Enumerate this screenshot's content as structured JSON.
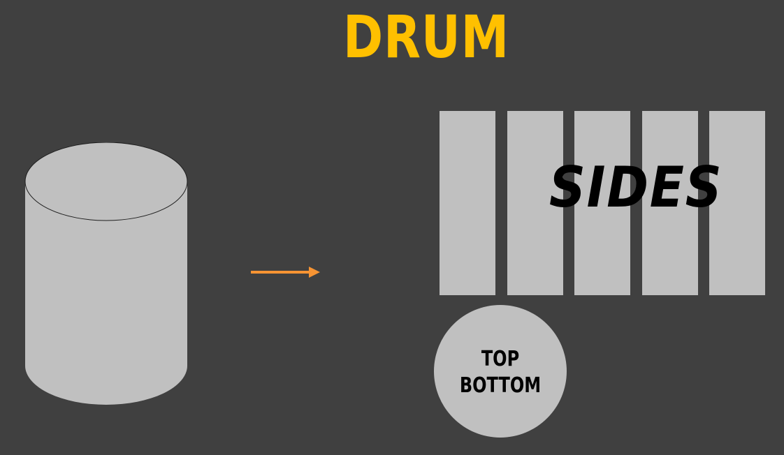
{
  "title": "DRUM",
  "sides_label": "SIDES",
  "disk_labels": {
    "line1": "TOP",
    "line2": "BOTTOM"
  },
  "colors": {
    "background": "#404040",
    "title": "#ffc000",
    "shape_fill": "#c0c0c0",
    "arrow": "#f79433",
    "label_text": "#000000"
  }
}
